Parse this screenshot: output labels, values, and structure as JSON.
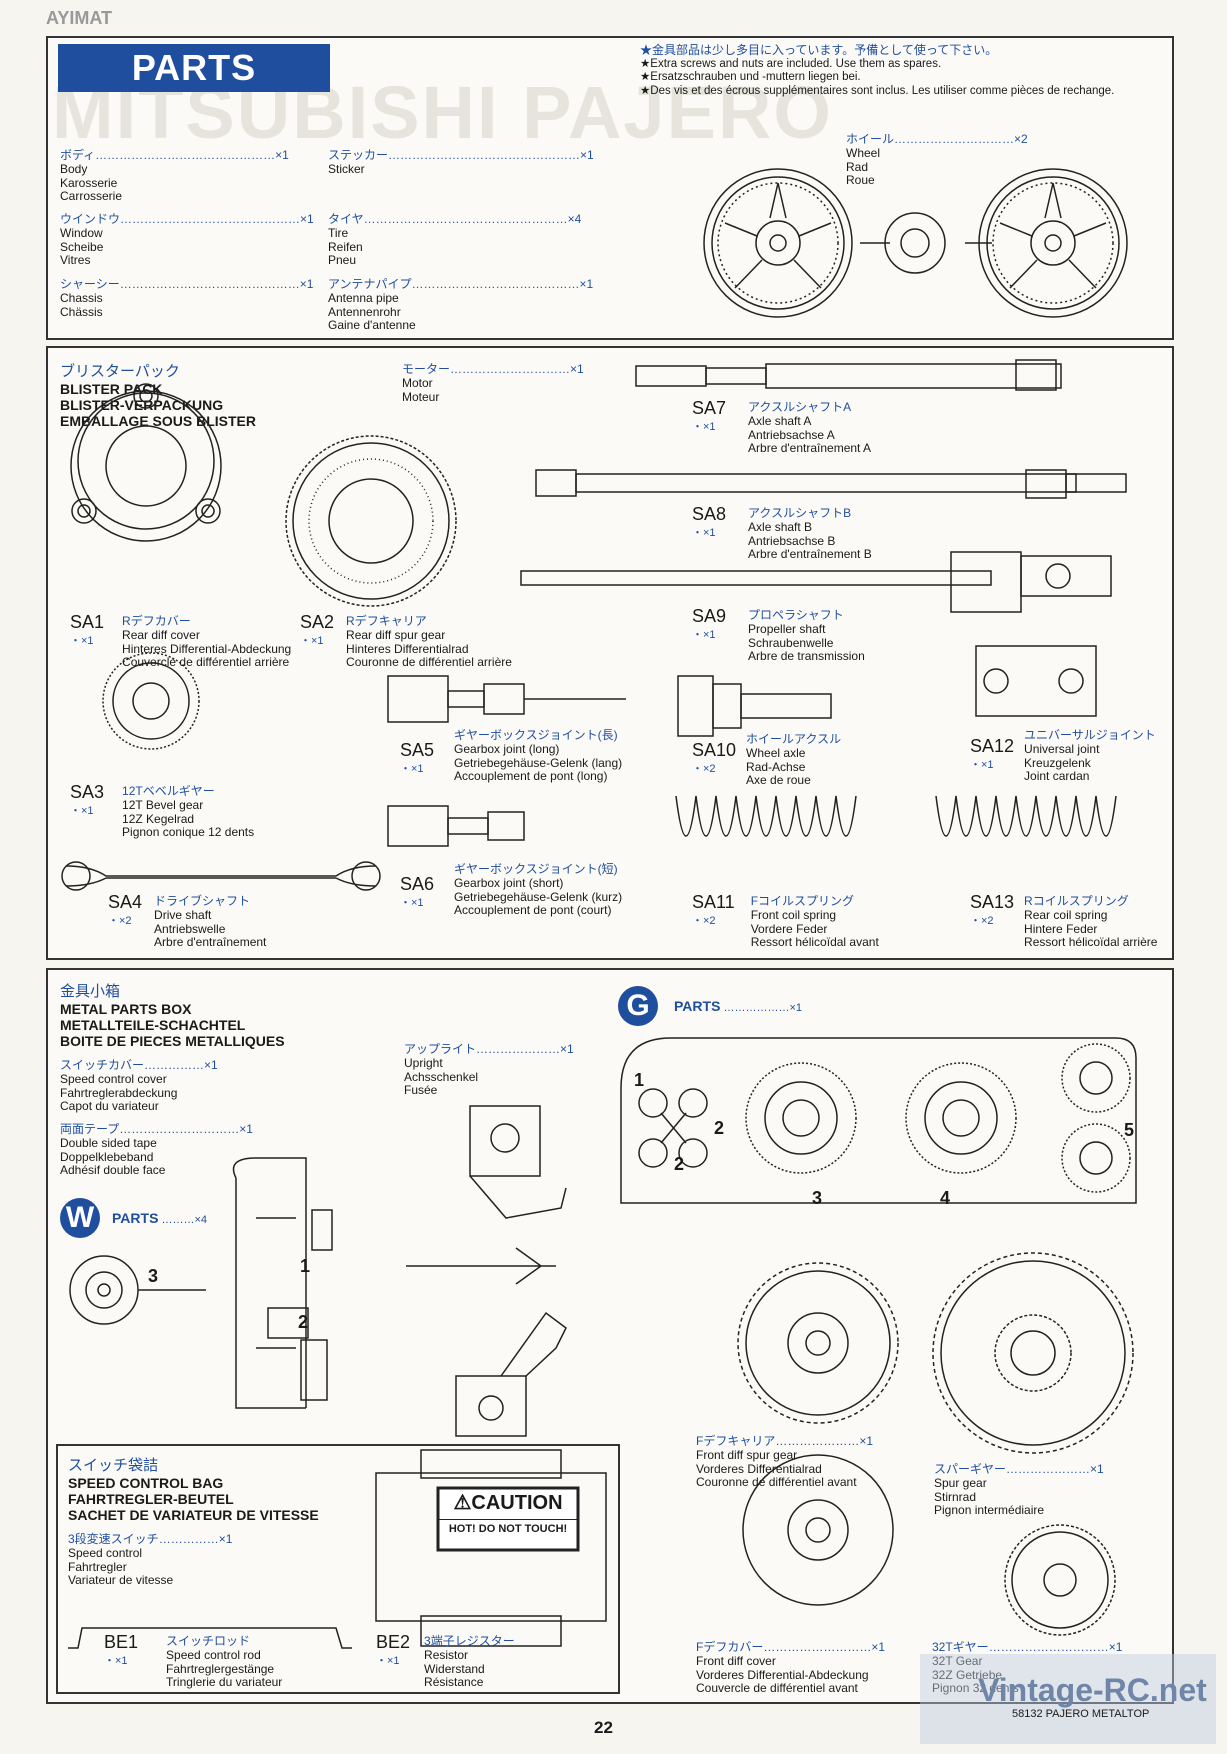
{
  "header": {
    "title": "PARTS",
    "watermark_text": "MITSUBISHI PAJERO"
  },
  "notes": {
    "jp": "★金具部品は少し多目に入っています。予備として使って下さい。",
    "en": "★Extra screws and nuts are included. Use them as spares.",
    "de": "★Ersatzschrauben und -muttern liegen bei.",
    "fr": "★Des vis et des écrous supplémentaires sont inclus. Les utiliser comme pièces de rechange."
  },
  "top_parts": {
    "body": {
      "jp": "ボディ",
      "qty": "×1",
      "lines": [
        "Body",
        "Karosserie",
        "Carrosserie"
      ]
    },
    "window": {
      "jp": "ウインドウ",
      "qty": "×1",
      "lines": [
        "Window",
        "Scheibe",
        "Vitres"
      ]
    },
    "chassis": {
      "jp": "シャーシー",
      "qty": "×1",
      "lines": [
        "Chassis",
        "Chässis"
      ]
    },
    "sticker": {
      "jp": "ステッカー",
      "qty": "×1",
      "lines": [
        "Sticker"
      ]
    },
    "tire": {
      "jp": "タイヤ",
      "qty": "×4",
      "lines": [
        "Tire",
        "Reifen",
        "Pneu"
      ]
    },
    "antenna": {
      "jp": "アンテナパイプ",
      "qty": "×1",
      "lines": [
        "Antenna pipe",
        "Antennenrohr",
        "Gaine d'antenne"
      ]
    },
    "wheel": {
      "jp": "ホイール",
      "qty": "×2",
      "lines": [
        "Wheel",
        "Rad",
        "Roue"
      ]
    }
  },
  "blister": {
    "jp": "ブリスターパック",
    "titles": [
      "BLISTER PACK",
      "BLISTER-VERPACKUNG",
      "EMBALLAGE SOUS BLISTER"
    ],
    "motor": {
      "jp": "モーター",
      "qty": "×1",
      "lines": [
        "Motor",
        "Moteur"
      ]
    },
    "items": [
      {
        "code": "SA1",
        "qty": "・×1",
        "jp": "Rデフカバー",
        "lines": [
          "Rear diff cover",
          "Hinteres Differential-Abdeckung",
          "Couvercle de différentiel arrière"
        ]
      },
      {
        "code": "SA2",
        "qty": "・×1",
        "jp": "Rデフキャリア",
        "lines": [
          "Rear diff spur gear",
          "Hinteres Differentialrad",
          "Couronne de différentiel arrière"
        ]
      },
      {
        "code": "SA3",
        "qty": "・×1",
        "jp": "12Tベベルギヤー",
        "lines": [
          "12T Bevel gear",
          "12Z Kegelrad",
          "Pignon conique 12 dents"
        ]
      },
      {
        "code": "SA4",
        "qty": "・×2",
        "jp": "ドライブシャフト",
        "lines": [
          "Drive shaft",
          "Antriebswelle",
          "Arbre d'entraînement"
        ]
      },
      {
        "code": "SA5",
        "qty": "・×1",
        "jp": "ギヤーボックスジョイント(長)",
        "lines": [
          "Gearbox joint (long)",
          "Getriebegehäuse-Gelenk (lang)",
          "Accouplement de pont (long)"
        ]
      },
      {
        "code": "SA6",
        "qty": "・×1",
        "jp": "ギヤーボックスジョイント(短)",
        "lines": [
          "Gearbox joint (short)",
          "Getriebegehäuse-Gelenk (kurz)",
          "Accouplement de pont (court)"
        ]
      },
      {
        "code": "SA7",
        "qty": "・×1",
        "jp": "アクスルシャフトA",
        "lines": [
          "Axle shaft A",
          "Antriebsachse A",
          "Arbre d'entraînement A"
        ]
      },
      {
        "code": "SA8",
        "qty": "・×1",
        "jp": "アクスルシャフトB",
        "lines": [
          "Axle shaft B",
          "Antriebsachse B",
          "Arbre d'entraînement B"
        ]
      },
      {
        "code": "SA9",
        "qty": "・×1",
        "jp": "プロペラシャフト",
        "lines": [
          "Propeller shaft",
          "Schraubenwelle",
          "Arbre de transmission"
        ]
      },
      {
        "code": "SA10",
        "qty": "・×2",
        "jp": "ホイールアクスル",
        "lines": [
          "Wheel axle",
          "Rad-Achse",
          "Axe de roue"
        ]
      },
      {
        "code": "SA11",
        "qty": "・×2",
        "jp": "Fコイルスプリング",
        "lines": [
          "Front coil spring",
          "Vordere Feder",
          "Ressort hélicoïdal avant"
        ]
      },
      {
        "code": "SA12",
        "qty": "・×1",
        "jp": "ユニバーサルジョイント",
        "lines": [
          "Universal joint",
          "Kreuzgelenk",
          "Joint cardan"
        ]
      },
      {
        "code": "SA13",
        "qty": "・×2",
        "jp": "Rコイルスプリング",
        "lines": [
          "Rear coil spring",
          "Hintere Feder",
          "Ressort hélicoïdal arrière"
        ]
      }
    ]
  },
  "metal": {
    "jp": "金具小箱",
    "titles": [
      "METAL PARTS BOX",
      "METALLTEILE-SCHACHTEL",
      "BOITE DE PIECES METALLIQUES"
    ],
    "cover": {
      "jp": "スイッチカバー",
      "qty": "×1",
      "lines": [
        "Speed control cover",
        "Fahrtreglerabdeckung",
        "Capot du variateur"
      ]
    },
    "tape": {
      "jp": "両面テープ",
      "qty": "×1",
      "lines": [
        "Double sided tape",
        "Doppelklebeband",
        "Adhésif double face"
      ]
    },
    "upright": {
      "jp": "アップライト",
      "qty": "×1",
      "lines": [
        "Upright",
        "Achsschenkel",
        "Fusée"
      ]
    }
  },
  "w_parts": {
    "letter": "W",
    "label": "PARTS",
    "qty": "×4",
    "numbers": [
      "1",
      "2",
      "3"
    ]
  },
  "g_parts": {
    "letter": "G",
    "label": "PARTS",
    "qty": "×1",
    "numbers": [
      "1",
      "2",
      "2",
      "3",
      "4",
      "5"
    ]
  },
  "gears": {
    "front_spur": {
      "jp": "Fデフキャリア",
      "qty": "×1",
      "lines": [
        "Front diff spur gear",
        "Vorderes Differentialrad",
        "Couronne de différentiel avant"
      ]
    },
    "spur": {
      "jp": "スパーギヤー",
      "qty": "×1",
      "lines": [
        "Spur gear",
        "Stirnrad",
        "Pignon intermédiaire"
      ]
    },
    "front_cover": {
      "jp": "Fデフカバー",
      "qty": "×1",
      "lines": [
        "Front diff cover",
        "Vorderes Differential-Abdeckung",
        "Couvercle de différentiel avant"
      ]
    },
    "gear32": {
      "jp": "32Tギヤー",
      "qty": "×1",
      "lines": [
        "32T Gear",
        "32Z Getriebe",
        "Pignon 32 dents"
      ]
    }
  },
  "speed_bag": {
    "jp": "スイッチ袋詰",
    "titles": [
      "SPEED CONTROL BAG",
      "FAHRTREGLER-BEUTEL",
      "SACHET DE VARIATEUR DE VITESSE"
    ],
    "switch": {
      "jp": "3段変速スイッチ",
      "qty": "×1",
      "lines": [
        "Speed control",
        "Fahrtregler",
        "Variateur de vitesse"
      ]
    },
    "be1": {
      "code": "BE1",
      "qty": "・×1",
      "jp": "スイッチロッド",
      "lines": [
        "Speed control rod",
        "Fahrtreglergestänge",
        "Tringlerie du variateur"
      ]
    },
    "be2": {
      "code": "BE2",
      "qty": "・×1",
      "jp": "3端子レジスター",
      "lines": [
        "Resistor",
        "Widerstand",
        "Résistance"
      ]
    },
    "caution": "CAUTION",
    "caution_sub": "HOT! DO NOT TOUCH!"
  },
  "footer": {
    "page": "22",
    "model": "58132 PAJERO METALTOP",
    "site": "Vintage-RC.net",
    "top_left": "AYIMAT"
  }
}
